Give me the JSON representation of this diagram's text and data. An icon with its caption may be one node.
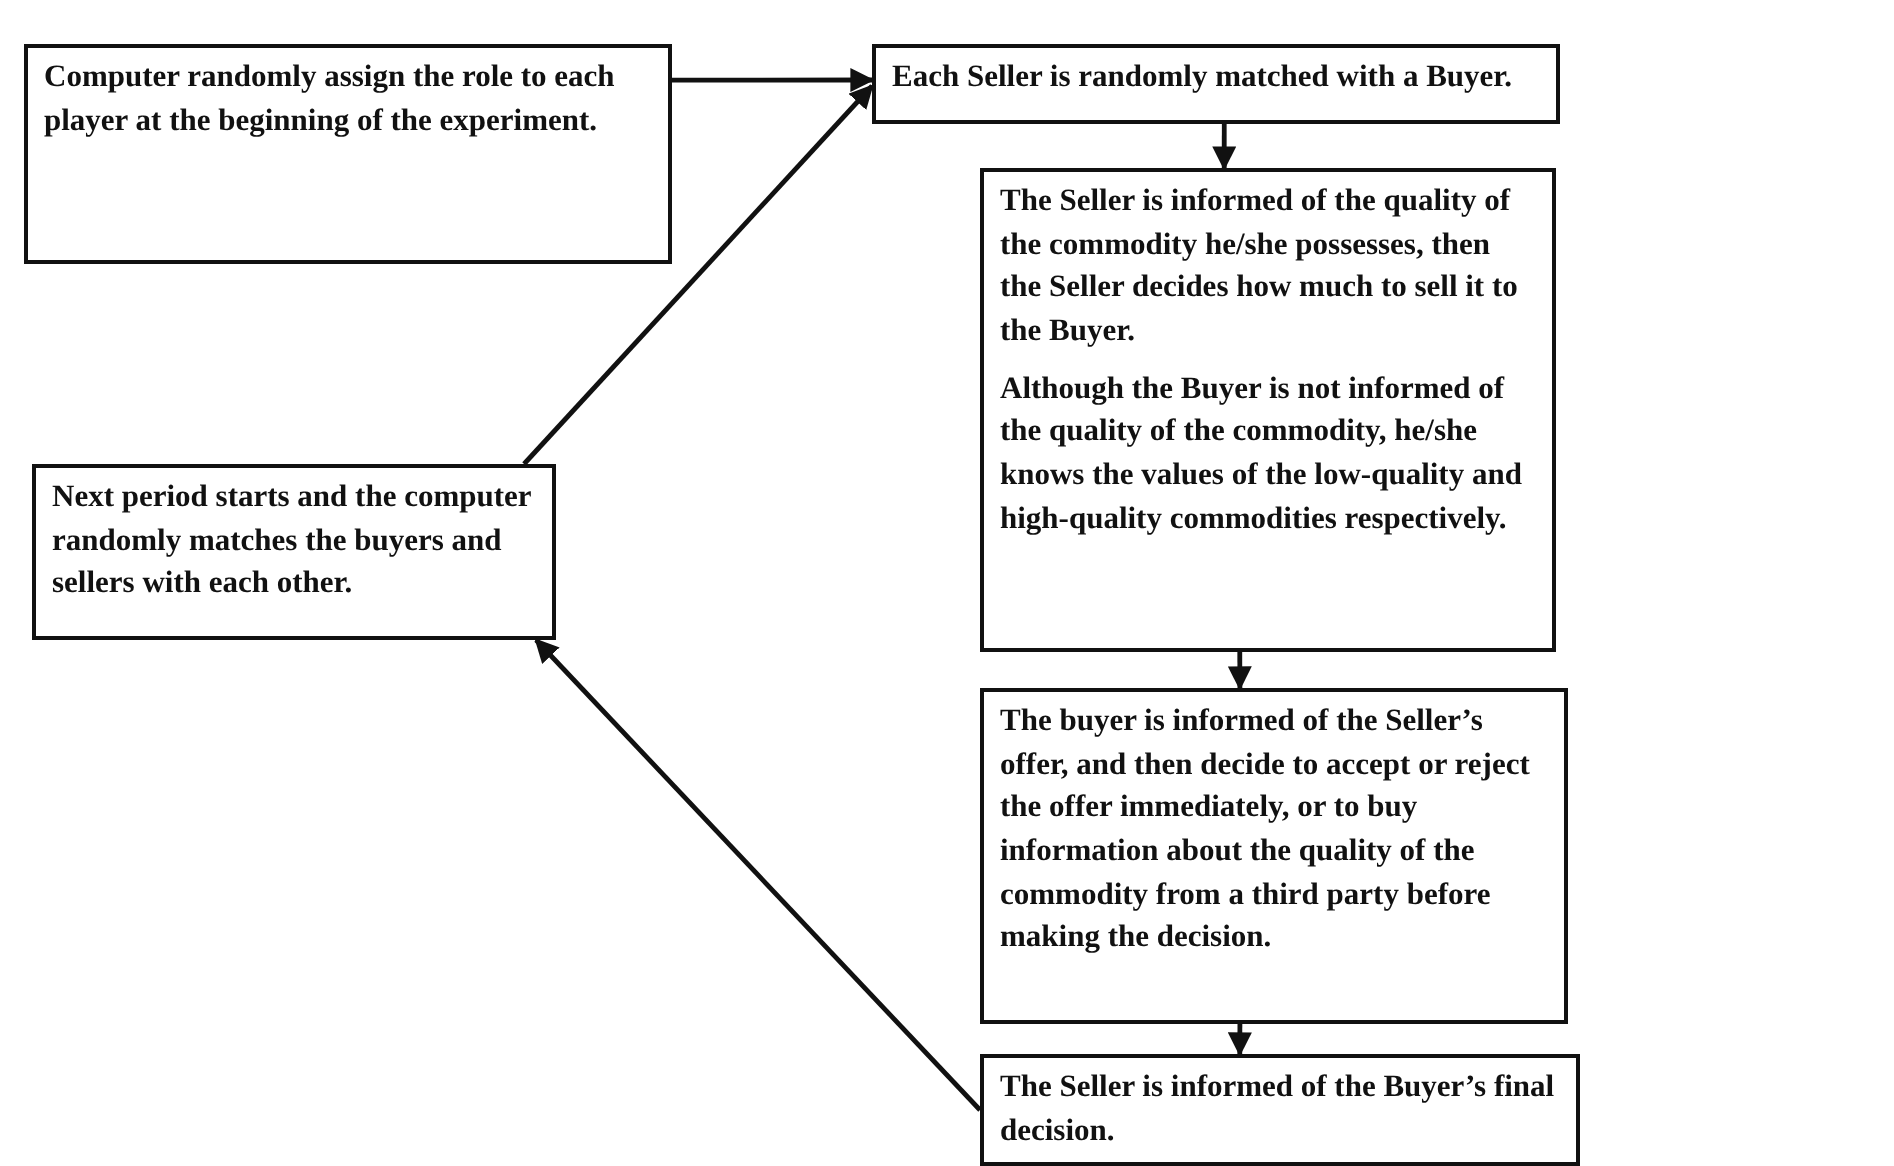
{
  "diagram": {
    "nodes": [
      {
        "text": [
          "Computer randomly assign the role to each player at the beginning of the experiment."
        ]
      },
      {
        "text": [
          "Each Seller is randomly matched with a Buyer."
        ]
      },
      {
        "text": [
          "The Seller is informed of the quality of the commodity he/she possesses, then the Seller decides how much to sell it to the Buyer.",
          "Although the Buyer is not informed of the quality of the commodity, he/she knows the values of the low-quality and high-quality commodities respectively."
        ]
      },
      {
        "text": [
          "Next period starts and the computer randomly matches the buyers and sellers with each other."
        ]
      },
      {
        "text": [
          "The buyer is informed of the Seller’s offer, and then decide to accept or reject the offer immediately, or to buy information about the quality of the commodity from a third party before making the decision."
        ]
      },
      {
        "text": [
          "The Seller is informed of the Buyer’s final decision."
        ]
      }
    ],
    "edges": [
      {
        "from": 0,
        "to": 1,
        "arrow": "to"
      },
      {
        "from": 1,
        "to": 2,
        "arrow": "to"
      },
      {
        "from": 2,
        "to": 4,
        "arrow": "to"
      },
      {
        "from": 4,
        "to": 5,
        "arrow": "to"
      },
      {
        "from": 5,
        "to": 3,
        "arrow": "to"
      },
      {
        "from": 3,
        "to": 1,
        "arrow": "to"
      }
    ]
  }
}
